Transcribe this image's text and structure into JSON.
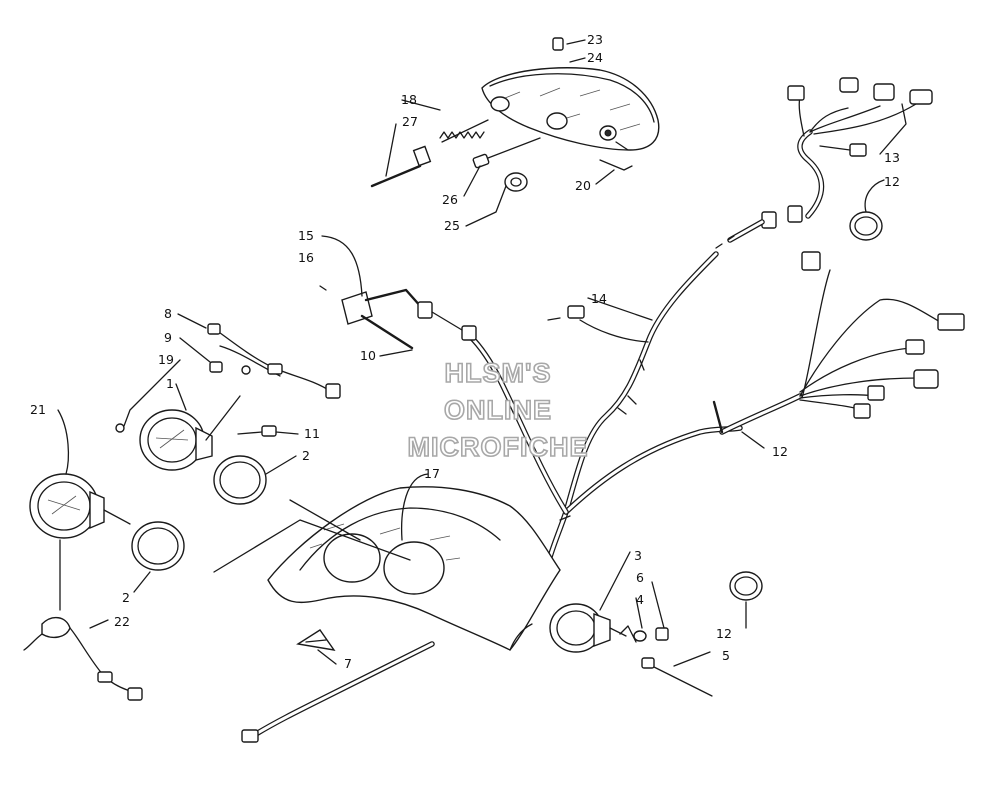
{
  "watermark": {
    "lines": [
      "HLSM'S",
      "ONLINE",
      "MICROFICHE"
    ]
  },
  "callouts": [
    {
      "id": "c23",
      "label": "23"
    },
    {
      "id": "c24",
      "label": "24"
    },
    {
      "id": "c18",
      "label": "18"
    },
    {
      "id": "c27",
      "label": "27"
    },
    {
      "id": "c26",
      "label": "26"
    },
    {
      "id": "c25",
      "label": "25"
    },
    {
      "id": "c20",
      "label": "20"
    },
    {
      "id": "c13",
      "label": "13"
    },
    {
      "id": "c12a",
      "label": "12"
    },
    {
      "id": "c15",
      "label": "15"
    },
    {
      "id": "c16",
      "label": "16"
    },
    {
      "id": "c10",
      "label": "10"
    },
    {
      "id": "c14",
      "label": "14"
    },
    {
      "id": "c8",
      "label": "8"
    },
    {
      "id": "c9",
      "label": "9"
    },
    {
      "id": "c19",
      "label": "19"
    },
    {
      "id": "c1",
      "label": "1"
    },
    {
      "id": "c11",
      "label": "11"
    },
    {
      "id": "c21",
      "label": "21"
    },
    {
      "id": "c2a",
      "label": "2"
    },
    {
      "id": "c17",
      "label": "17"
    },
    {
      "id": "c12b",
      "label": "12"
    },
    {
      "id": "c2b",
      "label": "2"
    },
    {
      "id": "c22",
      "label": "22"
    },
    {
      "id": "c7",
      "label": "7"
    },
    {
      "id": "c3",
      "label": "3"
    },
    {
      "id": "c6",
      "label": "6"
    },
    {
      "id": "c4",
      "label": "4"
    },
    {
      "id": "c12c",
      "label": "12"
    },
    {
      "id": "c5",
      "label": "5"
    }
  ]
}
